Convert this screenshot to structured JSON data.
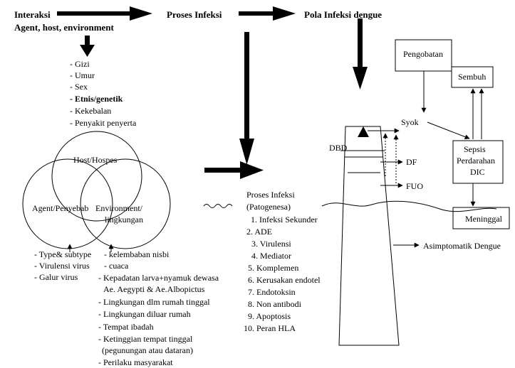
{
  "header": {
    "interaksi": "Interaksi",
    "agent_host_env": "Agent, host, environment",
    "proses_infeksi": "Proses Infeksi",
    "pola_infeksi": "Pola Infeksi dengue"
  },
  "host_factors": [
    "- Gizi",
    "- Umur",
    "- Sex",
    "- Etnis/genetik",
    "- Kekebalan",
    "- Penyakit penyerta"
  ],
  "venn": {
    "host": "Host/Hospes",
    "agent": "Agent/Penyebab",
    "environment_1": "Environment/",
    "environment_2": "lingkungan"
  },
  "agent_factors": [
    "- Type& subtype",
    "- Virulensi virus",
    "- Galur virus"
  ],
  "env_factors": [
    "- kelembaban nisbi",
    "- cuaca",
    "- Kepadatan larva+nyamuk dewasa",
    "Ae. Aegypti & Ae.Albopictus",
    "- Lingkungan dlm rumah tinggal",
    "- Lingkungan diluar rumah",
    "- Tempat ibadah",
    "- Ketinggian tempat tinggal",
    "(pegunungan atau dataran)",
    "- Perilaku masyarakat"
  ],
  "pathogenesis": {
    "title_1": "Proses Infeksi",
    "title_2": "(Patogenesa)",
    "items": [
      "1. Infeksi Sekunder",
      "2. ADE",
      "3. Virulensi",
      "4. Mediator",
      "5. Komplemen",
      "6. Kerusakan endotel",
      "7. Endotoksin",
      "8. Non antibodi",
      "9. Apoptosis",
      "10. Peran HLA"
    ]
  },
  "outcomes": {
    "syok": "Syok",
    "dbd": "DBD",
    "df": "DF",
    "fuo": "FUO",
    "asimptomatik": "Asimptomatik Dengue"
  },
  "boxes": {
    "pengobatan": "Pengobatan",
    "sembuh": "Sembuh",
    "sepsis_1": "Sepsis",
    "sepsis_2": "Perdarahan",
    "sepsis_3": "DIC",
    "meninggal": "Meninggal"
  }
}
